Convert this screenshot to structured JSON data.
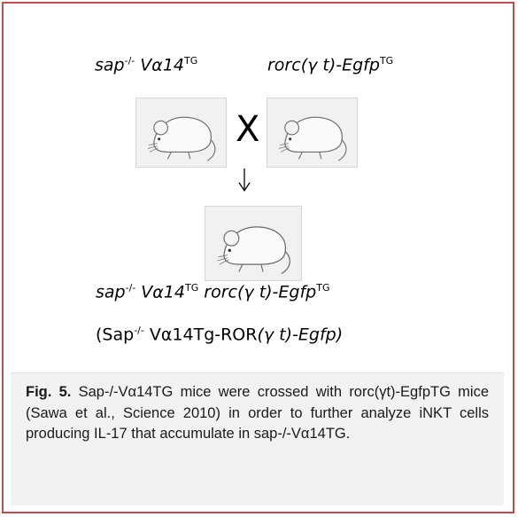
{
  "parent1_label": {
    "base": "sap",
    "sup1": "-/-",
    "mid": " Vα14",
    "sup2": "TG"
  },
  "parent2_label": {
    "base": "rorc(γ t)-Egfp",
    "sup": "TG"
  },
  "cross_symbol": "X",
  "arrow_symbol": "↓",
  "offspring_label": {
    "base1": "sap",
    "sup1": "-/-",
    "mid": " Vα14",
    "sup2": "TG",
    "base2": " rorc(γ t)-Egfp",
    "sup3": "TG"
  },
  "offspring_name": {
    "open": "(Sap",
    "sup1": "-/-",
    "mid": " Vα14Tg-ROR",
    "it": "(γ t)-Egfp)"
  },
  "figure_caption": {
    "label": "Fig. 5.",
    "text": " Sap-/-Vα14TG mice were crossed with rorc(γt)-EgfpTG mice (Sawa et al., Science 2010) in order to further analyze iNKT cells producing IL-17 that accumulate in sap-/-Vα14TG."
  },
  "colors": {
    "border": "#c0504d",
    "caption_bg": "#f2f2f2"
  }
}
